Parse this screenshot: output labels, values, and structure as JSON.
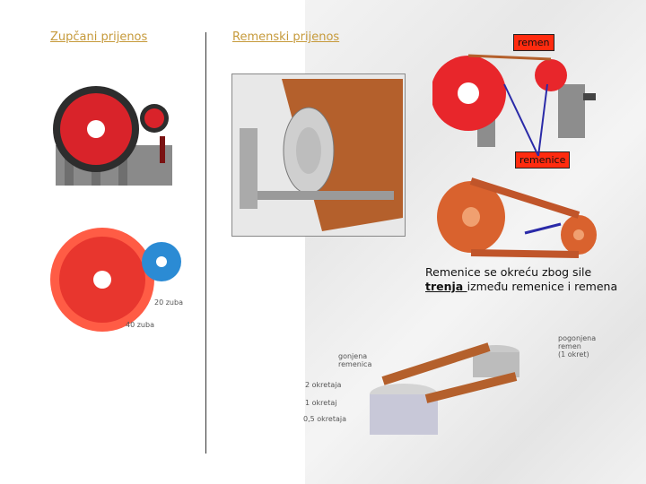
{
  "nav": {
    "gear_link": "Zupčani prijenos",
    "belt_link": "Remenski prijenos"
  },
  "labels": {
    "remen": "remen",
    "remenice": "remenice"
  },
  "caption": {
    "line1": "Remenice se okreću zbog sile",
    "bold": "trenja ",
    "line2": "između remenice i remena"
  },
  "gear_figure": {
    "teeth_20": "20 zuba",
    "teeth_40": "40 zuba"
  },
  "belt_figure": {
    "driven": [
      "pogonjena",
      "remen",
      "(1 okret)"
    ],
    "driver": [
      "gonjena",
      "remenica"
    ],
    "turns": [
      "2 okretaja",
      "1 okretaj",
      "0,5 okretaja"
    ]
  },
  "colors": {
    "gear_red": "#e8262b",
    "link": "#c69a3b",
    "label_bg": "#ff2b0f",
    "belt": "#b4602c"
  }
}
